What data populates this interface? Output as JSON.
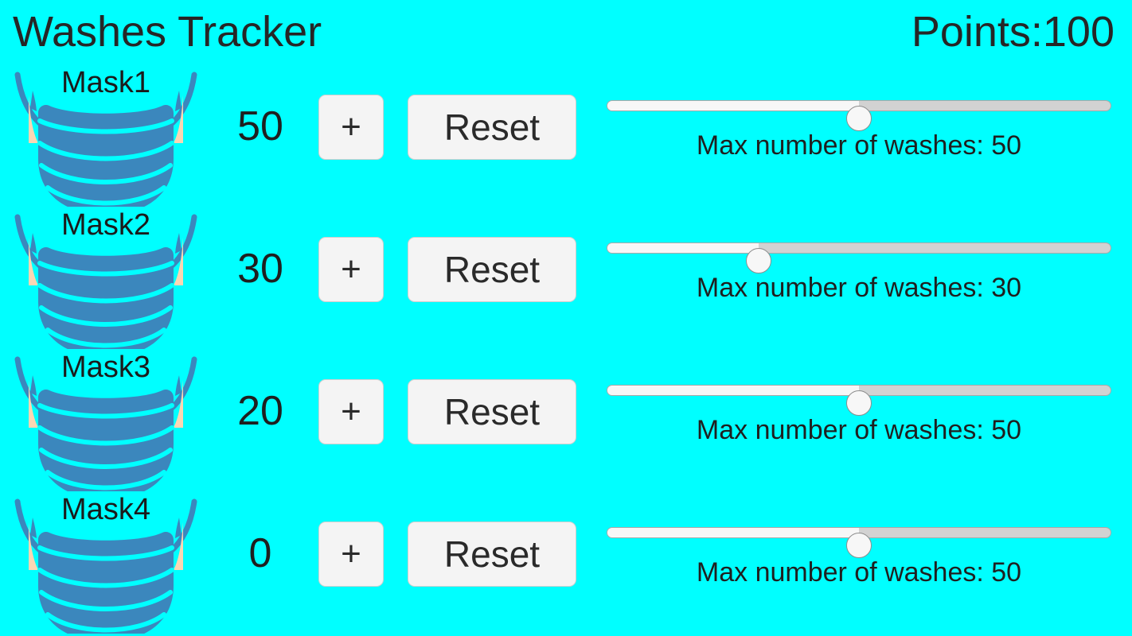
{
  "colors": {
    "background": "#00ffff",
    "mask_blue": "#3b87bd",
    "mask_strap": "#3b87bd",
    "ear_skin": "#fbd6b3",
    "button_face": "#f4f4f4",
    "button_border": "#cfcfcf",
    "slider_track": "#d2d2d2",
    "slider_fill": "#f7f7f7",
    "text": "#1f1f1f"
  },
  "header": {
    "title": "Washes Tracker",
    "points_label": "Points:100"
  },
  "rows": [
    {
      "mask_label": "Mask1",
      "mask_icon": "face-mask-icon",
      "count": "50",
      "plus_label": "+",
      "reset_label": "Reset",
      "slider_value": 50,
      "slider_min": 0,
      "slider_max": 100,
      "slider_percent": 50,
      "slider_caption": "Max number of washes: 50"
    },
    {
      "mask_label": "Mask2",
      "mask_icon": "face-mask-icon",
      "count": "30",
      "plus_label": "+",
      "reset_label": "Reset",
      "slider_value": 30,
      "slider_min": 0,
      "slider_max": 100,
      "slider_percent": 30,
      "slider_caption": "Max number of washes: 30"
    },
    {
      "mask_label": "Mask3",
      "mask_icon": "face-mask-icon",
      "count": "20",
      "plus_label": "+",
      "reset_label": "Reset",
      "slider_value": 50,
      "slider_min": 0,
      "slider_max": 100,
      "slider_percent": 50,
      "slider_caption": "Max number of washes: 50"
    },
    {
      "mask_label": "Mask4",
      "mask_icon": "face-mask-icon",
      "count": "0",
      "plus_label": "+",
      "reset_label": "Reset",
      "slider_value": 50,
      "slider_min": 0,
      "slider_max": 100,
      "slider_percent": 50,
      "slider_caption": "Max number of washes: 50"
    }
  ]
}
